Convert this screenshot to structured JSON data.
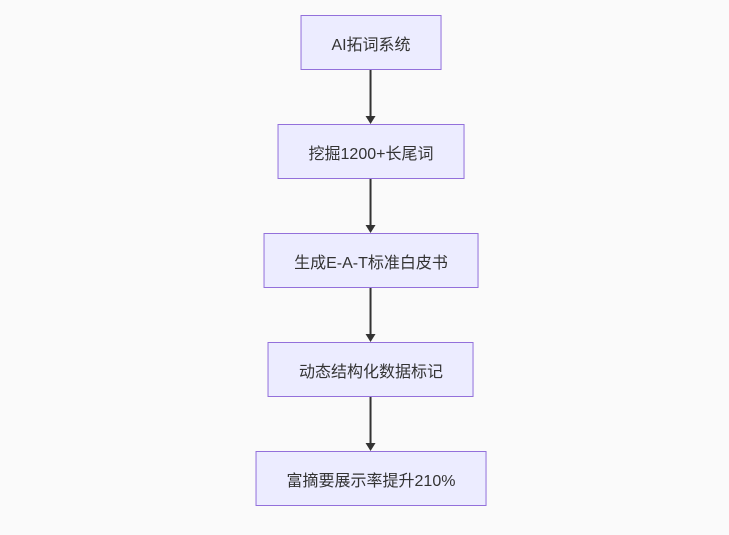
{
  "flowchart": {
    "direction": "top-down",
    "nodes": [
      {
        "id": "A",
        "label": "AI拓词系统"
      },
      {
        "id": "B",
        "label": "挖掘1200+长尾词"
      },
      {
        "id": "C",
        "label": "生成E-A-T标准白皮书"
      },
      {
        "id": "D",
        "label": "动态结构化数据标记"
      },
      {
        "id": "E",
        "label": "富摘要展示率提升210%"
      }
    ],
    "edges": [
      {
        "from": "A",
        "to": "B"
      },
      {
        "from": "B",
        "to": "C"
      },
      {
        "from": "C",
        "to": "D"
      },
      {
        "from": "D",
        "to": "E"
      }
    ]
  },
  "colors": {
    "background": "#fafafa",
    "node_fill": "#ececff",
    "node_border": "#9370db",
    "node_text": "#333333",
    "edge": "#333333"
  }
}
